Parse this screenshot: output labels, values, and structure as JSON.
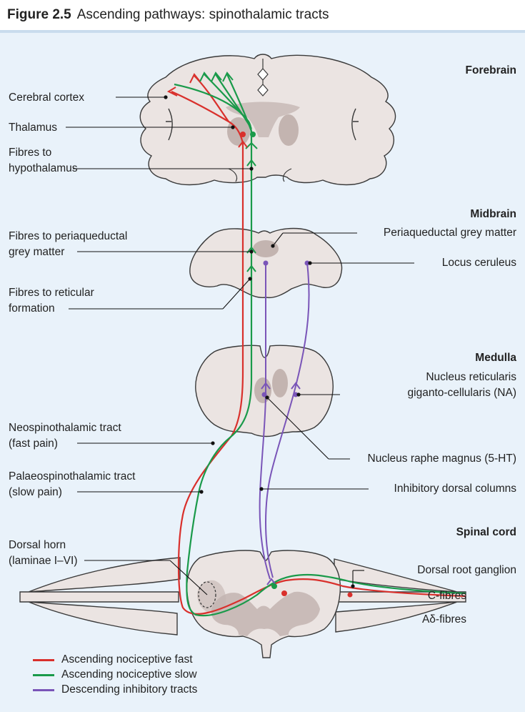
{
  "header": {
    "figure_number": "Figure 2.5",
    "title": "Ascending pathways: spinothalamic tracts"
  },
  "regions": {
    "forebrain": "Forebrain",
    "midbrain": "Midbrain",
    "medulla": "Medulla",
    "spinal_cord": "Spinal cord"
  },
  "labels": {
    "cerebral_cortex": "Cerebral cortex",
    "thalamus": "Thalamus",
    "fibres_hypothalamus_1": "Fibres to",
    "fibres_hypothalamus_2": "hypothalamus",
    "fibres_pag_1": "Fibres to periaqueductal",
    "fibres_pag_2": "grey matter",
    "fibres_reticular_1": "Fibres to reticular",
    "fibres_reticular_2": "formation",
    "neospinothalamic_1": "Neospinothalamic tract",
    "neospinothalamic_2": "(fast pain)",
    "palaeospinothalamic_1": "Palaeospinothalamic tract",
    "palaeospinothalamic_2": "(slow pain)",
    "dorsal_horn_1": "Dorsal horn",
    "dorsal_horn_2": "(laminae I–VI)",
    "pag": "Periaqueductal grey matter",
    "locus_ceruleus": "Locus ceruleus",
    "nrgc_1": "Nucleus reticularis",
    "nrgc_2": "giganto-cellularis (NA)",
    "raphe_magnus": "Nucleus raphe magnus (5-HT)",
    "inhibitory_dorsal": "Inhibitory dorsal columns",
    "drg": "Dorsal root ganglion",
    "c_fibres": "C-fibres",
    "a_delta_fibres": "Aδ-fibres"
  },
  "legend": [
    {
      "label": "Ascending nociceptive fast",
      "color": "#d9302c"
    },
    {
      "label": "Ascending nociceptive slow",
      "color": "#1a9a4a"
    },
    {
      "label": "Descending inhibitory tracts",
      "color": "#7a55b8"
    }
  ],
  "colors": {
    "fast": "#d9302c",
    "slow": "#1a9a4a",
    "inhibitory": "#7a55b8",
    "tissue_fill": "#ebe4e2",
    "tissue_stroke": "#3a3a3a",
    "nucleus_fill": "#c3b4b0",
    "panel_bg": "#e9f2fa"
  }
}
